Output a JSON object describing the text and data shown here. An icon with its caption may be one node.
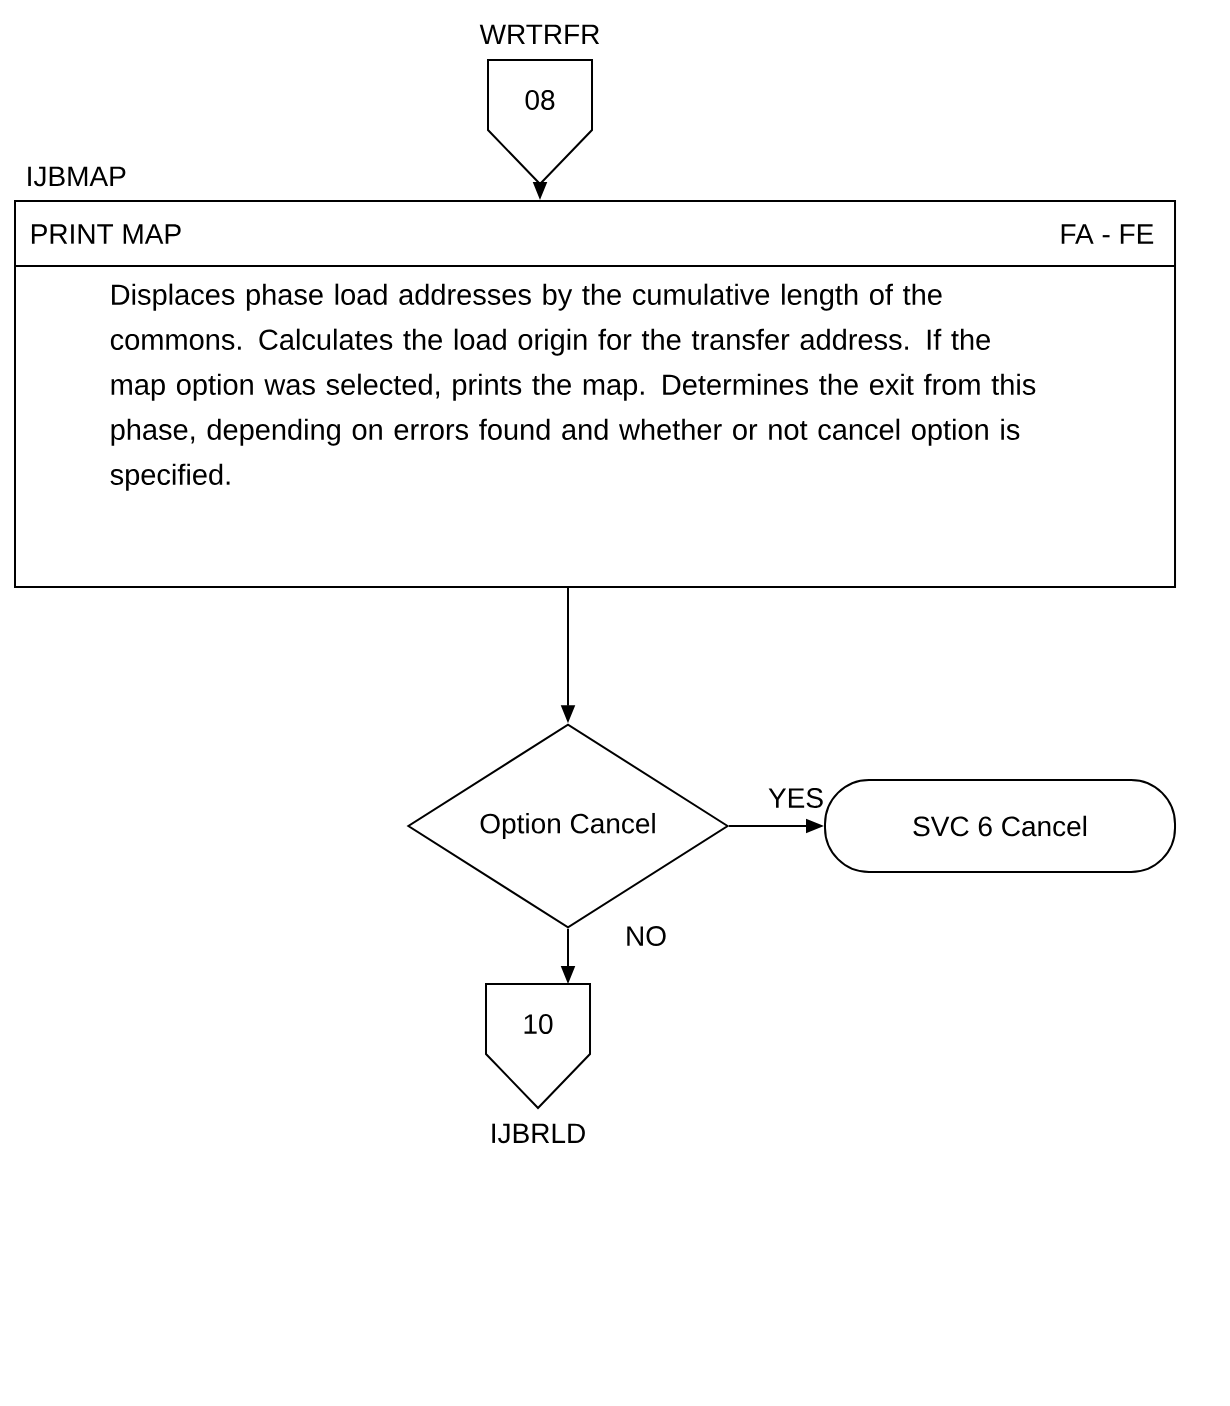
{
  "diagram": {
    "nodes": [
      {
        "text": [
          "08"
        ],
        "beside": [
          "WRTRFR"
        ]
      },
      {
        "text": [
          "PRINT MAP",
          "FA - FE",
          "Displaces phase load addresses by the cumulative length of the commons. Calculates the load origin for the transfer address. If the map option was selected, prints the map. Determines the exit from this phase, depending on errors found and whether or not cancel option is specified."
        ],
        "beside": [
          "IJBMAP"
        ]
      },
      {
        "text": [
          "Option Cancel"
        ]
      },
      {
        "text": [
          "SVC 6 Cancel"
        ]
      },
      {
        "text": [
          "10"
        ],
        "beside": [
          "IJBRLD"
        ]
      }
    ],
    "edges": [
      {
        "from": 0,
        "to": 1,
        "arrow": "to"
      },
      {
        "from": 1,
        "to": 2,
        "arrow": "to"
      },
      {
        "from": 2,
        "to": 3,
        "arrow": "to",
        "label": "YES"
      },
      {
        "from": 2,
        "to": 4,
        "arrow": "to",
        "label": "NO"
      }
    ]
  }
}
